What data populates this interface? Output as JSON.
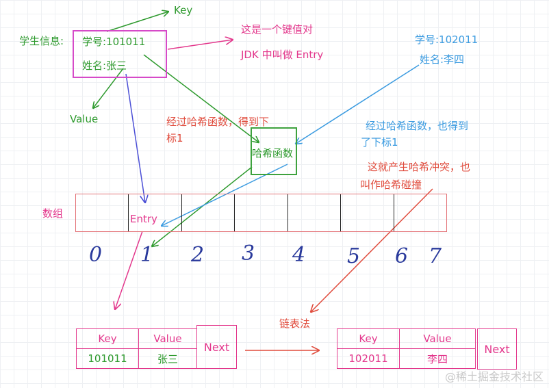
{
  "labels": {
    "student_info": "学生信息:",
    "student_id": "学号:101011",
    "student_name": "姓名:张三",
    "key": "Key",
    "value": "Value",
    "kv_pair": "这是一个键值对",
    "jdk_entry": "JDK 中叫做 Entry",
    "student2_id": "学号:102011",
    "student2_name": "姓名:李四",
    "hash_result_1": "经过哈希函数，得到下",
    "hash_result_2": "标1",
    "hash_func": "哈希函数",
    "hash_result2_1": "经过哈希函数，也得到",
    "hash_result2_2": "了下标1",
    "collision_1": "这就产生哈希冲突，也",
    "collision_2": "叫作哈希碰撞",
    "array": "数组",
    "entry": "Entry",
    "linked_list": "链表法",
    "watermark": "@稀土掘金技术社区"
  },
  "array_indices": [
    "0",
    "1",
    "2",
    "3",
    "4",
    "5",
    "6",
    "7"
  ],
  "node1": {
    "key_header": "Key",
    "value_header": "Value",
    "key": "101011",
    "value": "张三",
    "next": "Next"
  },
  "node2": {
    "key_header": "Key",
    "value_header": "Value",
    "key": "102011",
    "value": "李四",
    "next": "Next"
  },
  "colors": {
    "green": "#2e9a2e",
    "magenta": "#e3378c",
    "red": "#e04b3c",
    "blue": "#3b9be0",
    "purple_blue": "#4b4fd6",
    "index_ink": "#2a3a9c"
  }
}
